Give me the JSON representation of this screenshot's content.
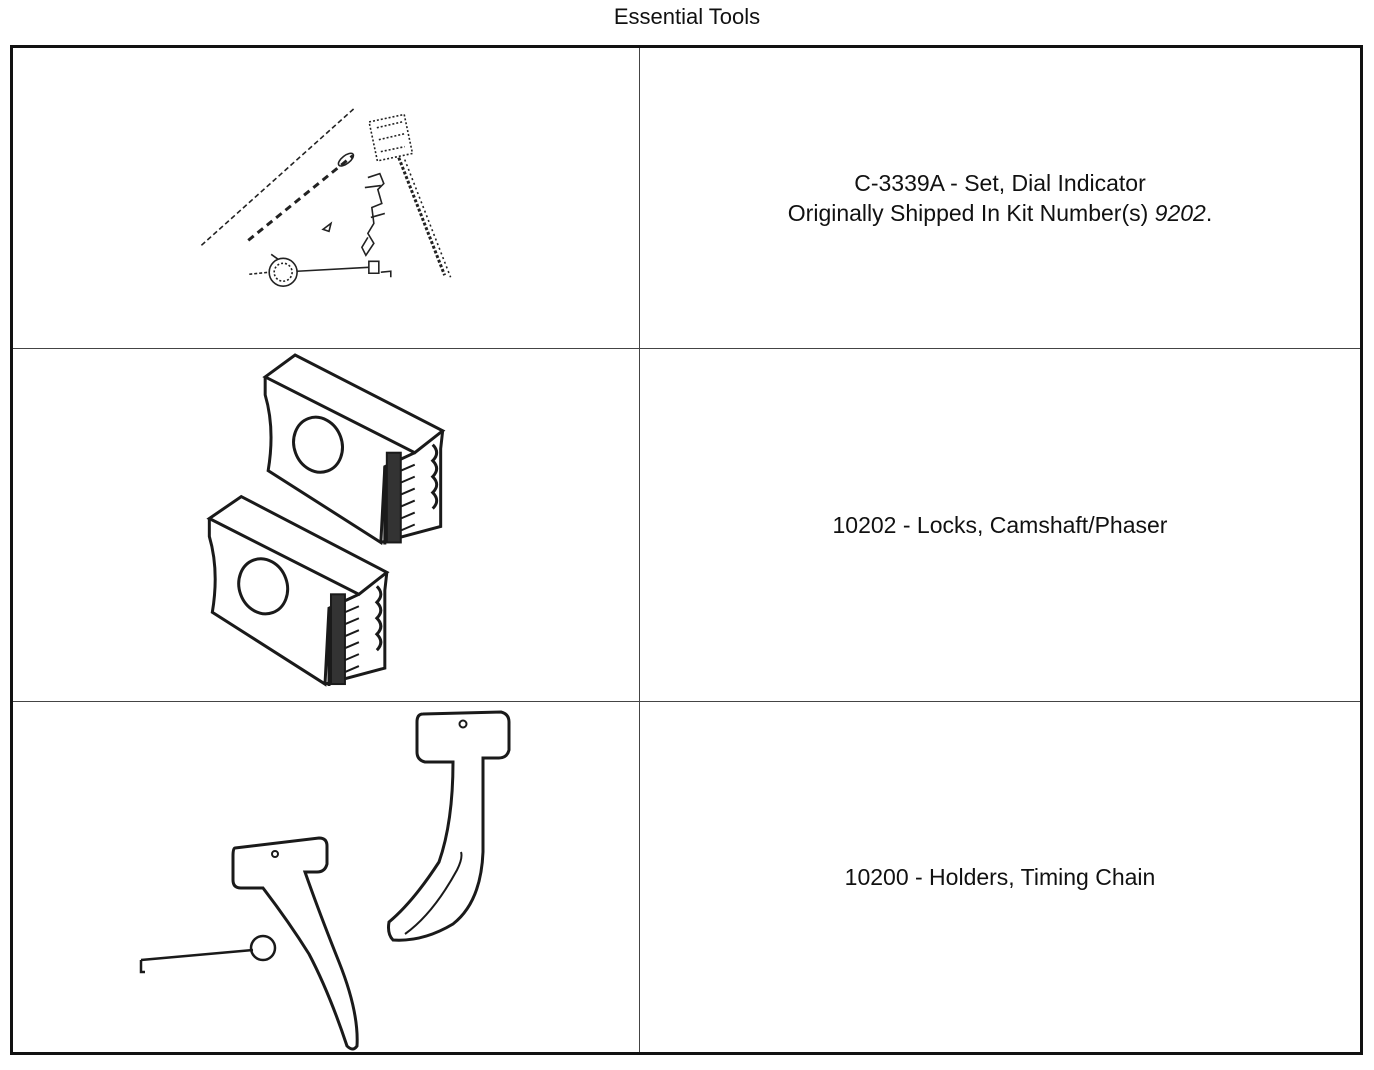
{
  "page": {
    "title": "Essential Tools"
  },
  "tools": [
    {
      "description": "C-3339A - Set, Dial Indicator",
      "kit_prefix": "Originally Shipped In Kit Number(s) ",
      "kit_number": "9202",
      "kit_suffix": ".",
      "illustration": "dial-indicator-set-illustration"
    },
    {
      "description": "10202 - Locks, Camshaft/Phaser",
      "illustration": "camshaft-phaser-locks-illustration"
    },
    {
      "description": "10200 - Holders, Timing Chain",
      "illustration": "timing-chain-holders-illustration"
    }
  ]
}
